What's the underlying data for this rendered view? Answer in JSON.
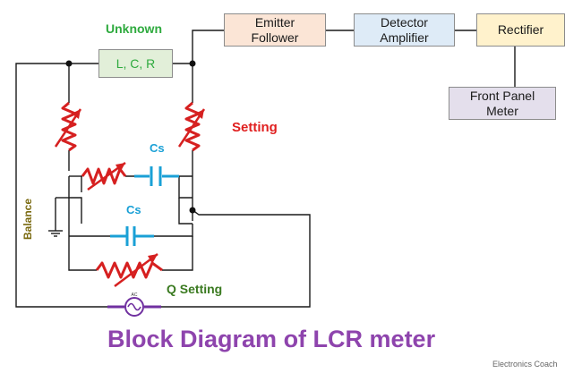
{
  "labels": {
    "unknown": "Unknown",
    "setting": "Setting",
    "cs_top": "Cs",
    "cs_bottom": "Cs",
    "balance": "Balance",
    "q_setting": "Q Setting",
    "ac": "AC"
  },
  "blocks": {
    "unknown_lcr": "L, C, R",
    "emitter_follower": [
      "Emitter",
      "Follower"
    ],
    "detector_amplifier": [
      "Detector",
      "Amplifier"
    ],
    "rectifier": "Rectifier",
    "front_panel_meter": [
      "Front Panel",
      "Meter"
    ]
  },
  "title": "Block Diagram of LCR meter",
  "watermark": "Electronics Coach",
  "colors": {
    "wire": "#1a1a1a",
    "resistor": "#d62020",
    "capacitor": "#1aa0d6",
    "source": "#7030a0",
    "unknown_label": "#2eaa3e",
    "setting_label": "#e02020",
    "balance_label": "#7a6a10",
    "q_setting_label": "#3a7a20",
    "title": "#8e44ad",
    "block_lcr": "#e2efd9",
    "block_emitter": "#fbe5d6",
    "block_detector": "#deebf7",
    "block_rectifier": "#fff2cc",
    "block_meter": "#e4dfec"
  }
}
